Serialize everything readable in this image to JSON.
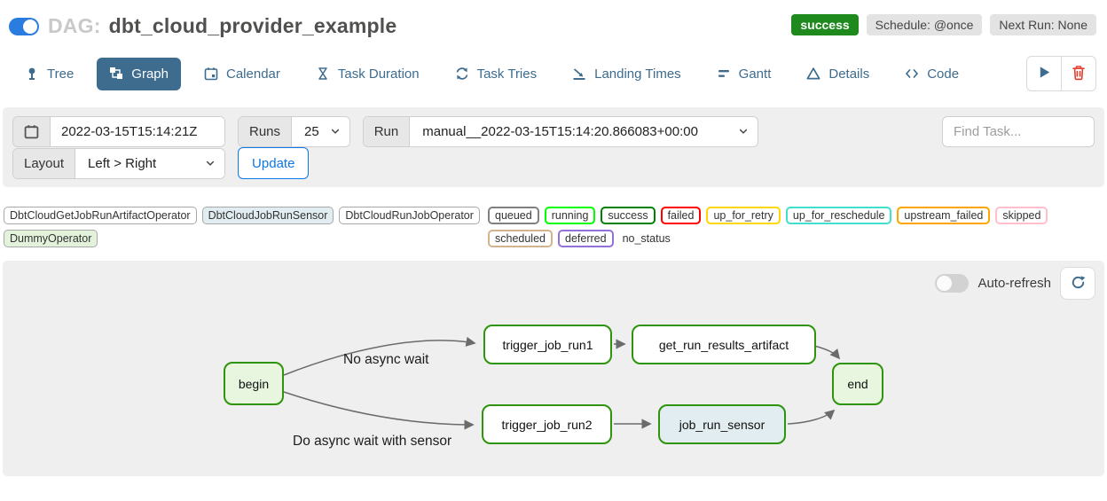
{
  "header": {
    "dag_prefix": "DAG:",
    "dag_title": "dbt_cloud_provider_example",
    "status_badge": "success",
    "schedule_badge": "Schedule: @once",
    "next_run_badge": "Next Run: None",
    "pause_toggle_state": "on"
  },
  "tabs": [
    {
      "label": "Tree",
      "icon": "tree-icon",
      "active": false
    },
    {
      "label": "Graph",
      "icon": "graph-icon",
      "active": true
    },
    {
      "label": "Calendar",
      "icon": "calendar-icon",
      "active": false
    },
    {
      "label": "Task Duration",
      "icon": "hourglass-icon",
      "active": false
    },
    {
      "label": "Task Tries",
      "icon": "repeat-icon",
      "active": false
    },
    {
      "label": "Landing Times",
      "icon": "plane-landing-icon",
      "active": false
    },
    {
      "label": "Gantt",
      "icon": "gantt-icon",
      "active": false
    },
    {
      "label": "Details",
      "icon": "triangle-icon",
      "active": false
    },
    {
      "label": "Code",
      "icon": "code-icon",
      "active": false
    }
  ],
  "actions": {
    "trigger_icon": "play-icon",
    "delete_icon": "trash-icon"
  },
  "filters": {
    "base_date_value": "2022-03-15T15:14:21Z",
    "base_date_icon": "calendar-icon",
    "runs_label": "Runs",
    "runs_value": "25",
    "run_label": "Run",
    "run_value": "manual__2022-03-15T15:14:20.866083+00:00",
    "find_task_placeholder": "Find Task...",
    "layout_label": "Layout",
    "layout_value": "Left > Right",
    "update_label": "Update"
  },
  "legend": {
    "operators": [
      {
        "label": "DbtCloudGetJobRunArtifactOperator",
        "bg": "#ffffff"
      },
      {
        "label": "DbtCloudJobRunSensor",
        "bg": "#e1edf0"
      },
      {
        "label": "DbtCloudRunJobOperator",
        "bg": "#ffffff"
      },
      {
        "label": "DummyOperator",
        "bg": "#e3f2da"
      }
    ],
    "statuses": [
      {
        "label": "queued",
        "border": "#808080"
      },
      {
        "label": "running",
        "border": "#00ff00"
      },
      {
        "label": "success",
        "border": "#008000"
      },
      {
        "label": "failed",
        "border": "#ff0000"
      },
      {
        "label": "up_for_retry",
        "border": "#ffd700"
      },
      {
        "label": "up_for_reschedule",
        "border": "#40e0d0"
      },
      {
        "label": "upstream_failed",
        "border": "#ffa500"
      },
      {
        "label": "skipped",
        "border": "#ffc0cb"
      },
      {
        "label": "scheduled",
        "border": "#d2b48c"
      },
      {
        "label": "deferred",
        "border": "#9370db"
      },
      {
        "label": "no_status",
        "border": "none"
      }
    ]
  },
  "graph": {
    "auto_refresh_label": "Auto-refresh",
    "auto_refresh_state": "off",
    "refresh_icon": "refresh-icon",
    "nodes": [
      {
        "label": "begin",
        "fill": "#e8f6e0",
        "border": "#2d940b"
      },
      {
        "label": "trigger_job_run1",
        "fill": "#ffffff",
        "border": "#2d940b"
      },
      {
        "label": "get_run_results_artifact",
        "fill": "#ffffff",
        "border": "#2d940b"
      },
      {
        "label": "end",
        "fill": "#e8f6e0",
        "border": "#2d940b"
      },
      {
        "label": "trigger_job_run2",
        "fill": "#ffffff",
        "border": "#2d940b"
      },
      {
        "label": "job_run_sensor",
        "fill": "#e1edf0",
        "border": "#2d940b"
      }
    ],
    "edge_labels": [
      {
        "text": "No async wait"
      },
      {
        "text": "Do async wait with sensor"
      }
    ],
    "edges": [
      {
        "from": "begin",
        "to": "trigger_job_run1",
        "label": "No async wait"
      },
      {
        "from": "begin",
        "to": "trigger_job_run2",
        "label": "Do async wait with sensor"
      },
      {
        "from": "trigger_job_run1",
        "to": "get_run_results_artifact",
        "label": ""
      },
      {
        "from": "get_run_results_artifact",
        "to": "end",
        "label": ""
      },
      {
        "from": "trigger_job_run2",
        "to": "job_run_sensor",
        "label": ""
      },
      {
        "from": "job_run_sensor",
        "to": "end",
        "label": ""
      }
    ]
  },
  "colors": {
    "toggle_blue": "#2b7cdf",
    "tab_blue": "#3d6c8f",
    "accent_blue": "#0d78e8",
    "success_green": "#1e8a1e",
    "node_border_green": "#2d940b",
    "node_green_fill": "#e8f6e0",
    "sensor_teal_fill": "#e1edf0",
    "danger_red": "#e53e2e",
    "panel_gray": "#efefef",
    "edge_gray": "#6b6b6b"
  }
}
